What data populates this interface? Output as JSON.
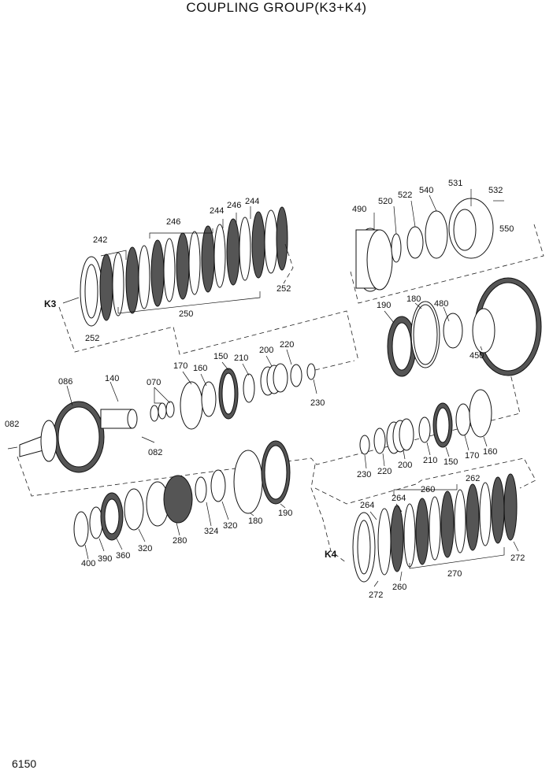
{
  "title": "COUPLING GROUP(K3+K4)",
  "page_number": "6150",
  "group_labels": {
    "k3": "K3",
    "k4": "K4"
  },
  "labels": {
    "p242": "242",
    "p246a": "246",
    "p244a": "244",
    "p246b": "246",
    "p244b": "244",
    "p252a": "252",
    "p250": "250",
    "p252b": "252",
    "p490": "490",
    "p520": "520",
    "p522": "522",
    "p540": "540",
    "p531": "531",
    "p532": "532",
    "p550": "550",
    "p190a": "190",
    "p180a": "180",
    "p480": "480",
    "p450": "450",
    "p170a": "170",
    "p160a": "160",
    "p150a": "150",
    "p210a": "210",
    "p200a": "200",
    "p220a": "220",
    "p230a": "230",
    "p086": "086",
    "p140": "140",
    "p070": "070",
    "p082a": "082",
    "p082b": "082",
    "p230b": "230",
    "p220b": "220",
    "p200b": "200",
    "p210b": "210",
    "p150b": "150",
    "p170b": "170",
    "p160b": "160",
    "p260a": "260",
    "p262": "262",
    "p264a": "264",
    "p264b": "264",
    "p400": "400",
    "p390": "390",
    "p360": "360",
    "p320a": "320",
    "p280": "280",
    "p324": "324",
    "p320b": "320",
    "p180b": "180",
    "p190b": "190",
    "p270": "270",
    "p272a": "272",
    "p272b": "272",
    "p260b": "260"
  }
}
